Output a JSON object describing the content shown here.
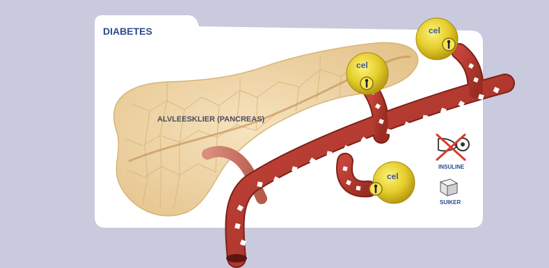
{
  "title": "DIABETES",
  "organ_label": "ALVLEESKLIER (PANCREAS)",
  "cells": [
    {
      "label": "cel"
    },
    {
      "label": "cel"
    },
    {
      "label": "cel"
    }
  ],
  "legend": {
    "insuline": "INSULINE",
    "suiker": "SUIKER"
  },
  "colors": {
    "background": "#c9cadd",
    "card": "#ffffff",
    "title": "#2a4a8a",
    "vessel": "#b3392b",
    "cell": "#e3cc2a",
    "pancreas": "#f0d6a6",
    "cross": "#d93a2b"
  }
}
